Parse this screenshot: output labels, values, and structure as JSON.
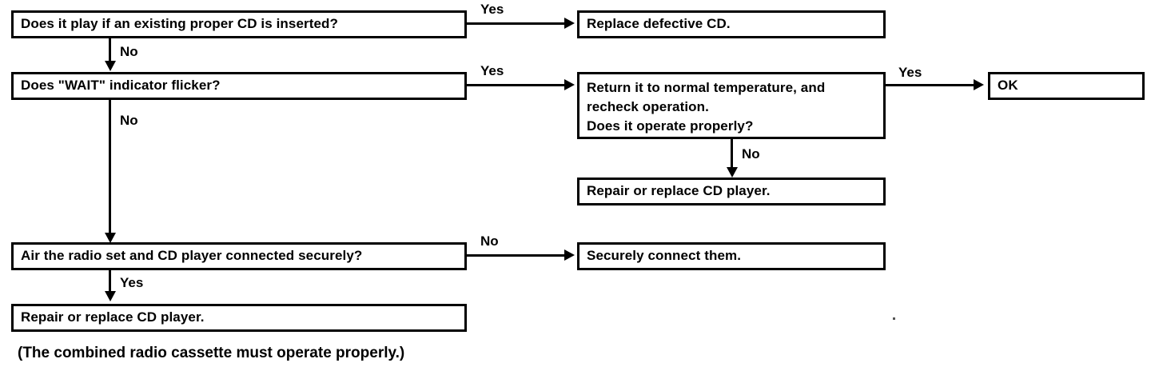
{
  "diagram": {
    "type": "flowchart",
    "title_caption": "(The combined radio cassette must operate properly.)",
    "nodes": [
      {
        "id": "q1",
        "text": "Does it play if an existing proper CD is inserted?",
        "kind": "decision"
      },
      {
        "id": "a1",
        "text": "Replace defective CD.",
        "kind": "action"
      },
      {
        "id": "q2",
        "text": "Does \"WAIT\" indicator flicker?",
        "kind": "decision"
      },
      {
        "id": "q3",
        "text": "Return it to normal temperature, and\nrecheck operation.\nDoes it operate properly?",
        "kind": "decision"
      },
      {
        "id": "a2",
        "text": "OK",
        "kind": "terminal"
      },
      {
        "id": "a3",
        "text": "Repair or replace CD player.",
        "kind": "action"
      },
      {
        "id": "q4",
        "text": "Air the radio set and CD player connected securely?",
        "kind": "decision"
      },
      {
        "id": "a4",
        "text": "Securely connect them.",
        "kind": "action"
      },
      {
        "id": "a5",
        "text": "Repair or replace CD player.",
        "kind": "action"
      }
    ],
    "edges": [
      {
        "id": "e1",
        "from": "q1",
        "to": "a1",
        "label": "Yes",
        "direction": "right"
      },
      {
        "id": "e2",
        "from": "q1",
        "to": "q2",
        "label": "No",
        "direction": "down"
      },
      {
        "id": "e3",
        "from": "q2",
        "to": "q3",
        "label": "Yes",
        "direction": "right"
      },
      {
        "id": "e4",
        "from": "q2",
        "to": "q4",
        "label": "No",
        "direction": "down"
      },
      {
        "id": "e5",
        "from": "q3",
        "to": "a2",
        "label": "Yes",
        "direction": "right"
      },
      {
        "id": "e6",
        "from": "q3",
        "to": "a3",
        "label": "No",
        "direction": "down"
      },
      {
        "id": "e7",
        "from": "q4",
        "to": "a4",
        "label": "No",
        "direction": "right"
      },
      {
        "id": "e8",
        "from": "q4",
        "to": "a5",
        "label": "Yes",
        "direction": "down"
      }
    ],
    "colors": {
      "stroke": "#000000",
      "fill": "#ffffff",
      "text": "#000000"
    }
  }
}
